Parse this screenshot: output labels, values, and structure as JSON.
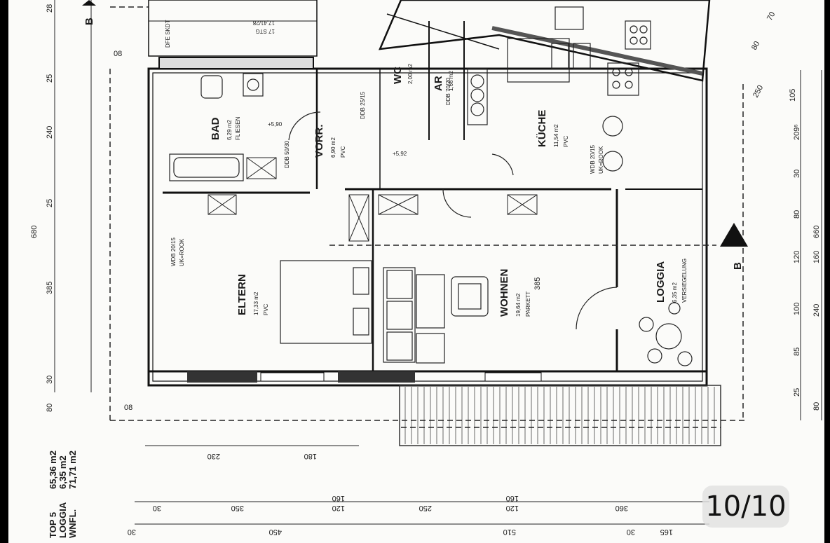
{
  "viewer": {
    "page_indicator": "10/10"
  },
  "plan": {
    "section_marker": "B",
    "rooms": {
      "bad": {
        "name": "BAD",
        "area": "6,29 m2",
        "floor": "FLIESEN"
      },
      "wc": {
        "name": "WC",
        "area": "2,00 m2"
      },
      "ar": {
        "name": "AR",
        "area": "1,66 m2"
      },
      "vorr": {
        "name": "VORR.",
        "area": "6,90 m2",
        "floor": "PVC"
      },
      "kueche": {
        "name": "KÜCHE",
        "area": "11,54 m2",
        "floor": "PVC"
      },
      "eltern": {
        "name": "ELTERN",
        "area": "17,33 m2",
        "floor": "PVC"
      },
      "wohnen": {
        "name": "WOHNEN",
        "area": "19,64 m2",
        "floor": "PARKETT"
      },
      "loggia": {
        "name": "LOGGIA",
        "area": "6,35 m2",
        "floor": "VERSIEGELUNG"
      }
    },
    "notes": {
      "wdb_eltern": "WDB 20/15",
      "uk_rook_eltern": "UK=ROOK",
      "wdb_kueche": "WDB 20/15",
      "uk_rook_kueche": "UK=ROOK",
      "ddb_vorr": "DDB 25/15",
      "ddb_bad": "DDB 50/30",
      "ddb_ar": "DDB 70/20",
      "dfe_skdt": "DFE SKDT",
      "stg": "17 STG",
      "stg_ratio": "17,41/28",
      "level_bad": "+5,90",
      "level_vorr": "+5,92",
      "dim_385_wohnen": "385",
      "dim_105": "105",
      "dim_2095": "209⁵",
      "dim_250_top": "250",
      "dim_80_top": "80",
      "dim_70_top": "70"
    },
    "left_dims": [
      "28",
      "08",
      "25",
      "240",
      "25",
      "385",
      "30",
      "80",
      "680",
      "08"
    ],
    "right_dims": [
      "105",
      "209⁵",
      "30",
      "80",
      "120",
      "160",
      "100",
      "240",
      "85",
      "25",
      "80",
      "660"
    ],
    "bottom_dims_row1": [
      "30",
      "350",
      "120",
      "160",
      "250",
      "120",
      "160",
      "360"
    ],
    "bottom_dims_row2": [
      "30",
      "450",
      "510",
      "30",
      "165"
    ],
    "bottom_extra": [
      "230",
      "180"
    ],
    "summary": {
      "top": {
        "label": "TOP 5",
        "value": "65,36 m2"
      },
      "loggia": {
        "label": "LOGGIA",
        "value": "6,35 m2"
      },
      "wnfl": {
        "label": "WNFL.",
        "value": "71,71 m2"
      }
    }
  }
}
